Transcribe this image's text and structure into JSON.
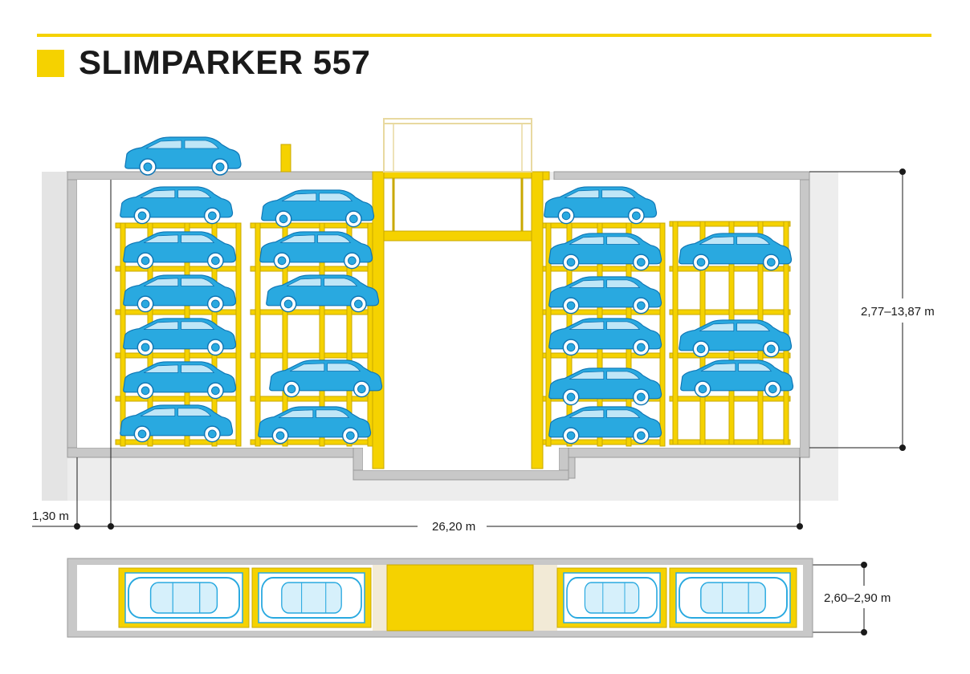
{
  "title": "SLIMPARKER 557",
  "colors": {
    "accent_yellow": "#f5d200",
    "car_blue": "#29a9e0",
    "car_stroke": "#0f76b5",
    "wall_gray": "#c8c8c8",
    "ground_gray": "#ededed",
    "frame_stroke": "#c9a800"
  },
  "dimensions": {
    "height_range": "2,77–13,87 m",
    "offset": "1,30 m",
    "length": "26,20 m",
    "width_range": "2,60–2,90 m"
  }
}
